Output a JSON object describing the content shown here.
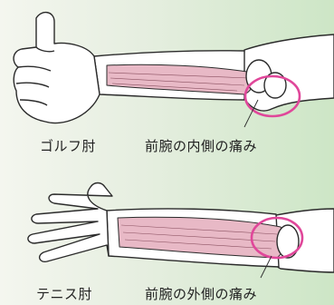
{
  "panels": [
    {
      "condition": "ゴルフ肘",
      "description": "前腕の内側の痛み"
    },
    {
      "condition": "テニス肘",
      "description": "前腕の外側の痛み"
    }
  ],
  "colors": {
    "background_left": "#f4f6ef",
    "background_right": "#cde6c6",
    "muscle": "#e8b9c6",
    "highlight_circle": "#e0479a",
    "outline": "#2b2b2b"
  },
  "icons": [
    "thumbs-up-hand-illustration",
    "open-hand-illustration",
    "elbow-pain-circle"
  ]
}
